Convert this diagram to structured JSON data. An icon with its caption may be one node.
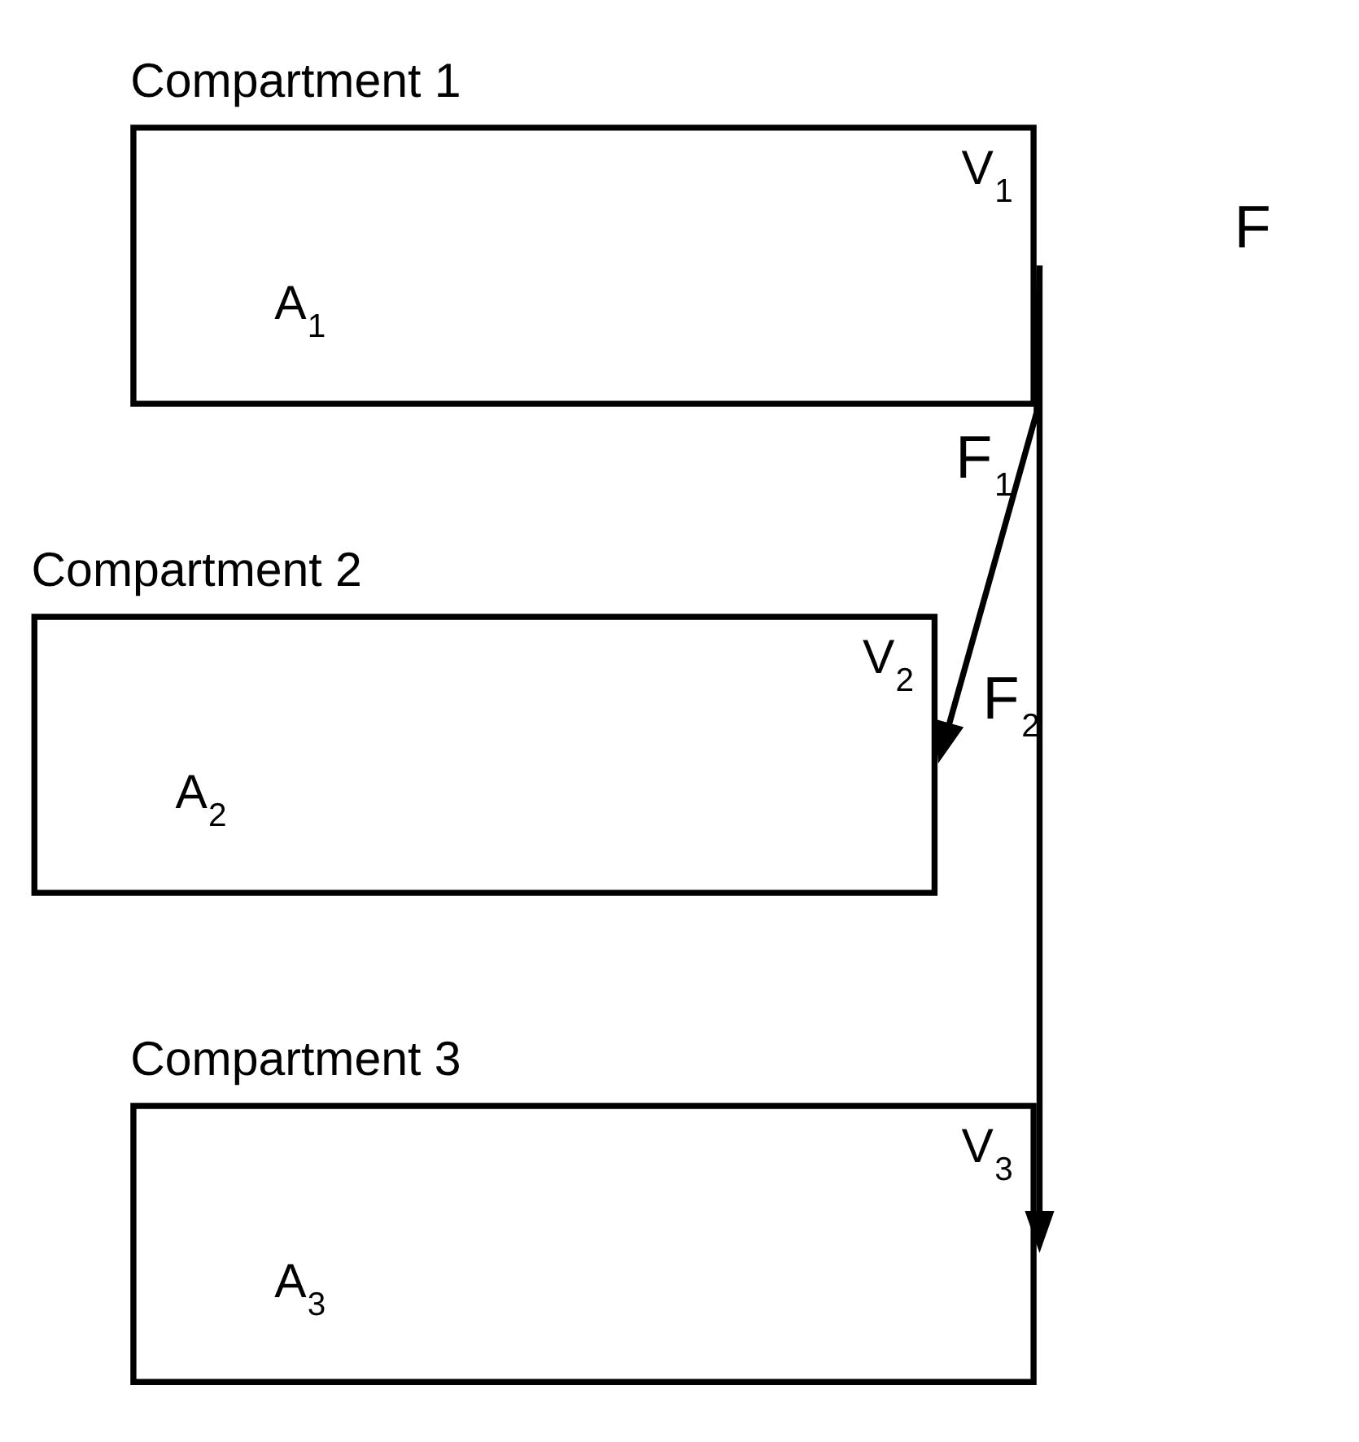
{
  "diagram": {
    "nodes": [
      {
        "text": [
          "Compartment 1",
          "V$_{1}$",
          "A$_{1}$"
        ]
      },
      {
        "text": [
          "Compartment 2",
          "V$_{2}$",
          "A$_{2}$"
        ]
      },
      {
        "text": [
          "Compartment 3",
          "V$_{3}$",
          "A$_{3}$"
        ]
      }
    ],
    "edges": [
      {
        "from": 0,
        "to": 1,
        "arrow": "to",
        "label": "F$_{1}$"
      },
      {
        "from": 0,
        "to": 2,
        "arrow": "to",
        "label": "F$_{2}$"
      }
    ],
    "labels": [
      "F"
    ]
  }
}
